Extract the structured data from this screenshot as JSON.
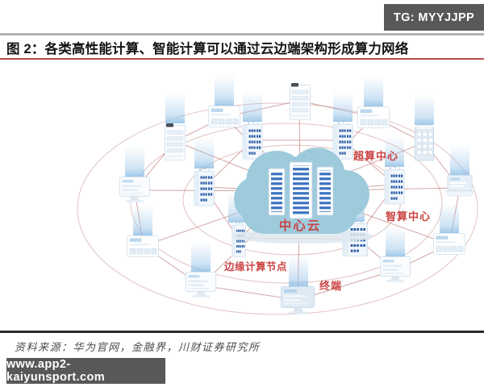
{
  "overlays": {
    "top_badge": "TG: MYYJJPP",
    "bottom_badge": "www.app2-kaiyunsport.com"
  },
  "figure": {
    "title": "图 2：各类高性能计算、智能计算可以通过云边端架构形成算力网络",
    "source": "资料来源：华为官网，金融界，川财证券研究所"
  },
  "diagram": {
    "center_label": "中心云",
    "labels": {
      "supercomputing_center": "超算中心",
      "ai_computing_center": "智算中心",
      "edge_computing_node": "边缘计算节点",
      "terminal": "终端"
    },
    "colors": {
      "label_red": "#cb4343",
      "link_line": "#c98f8f",
      "cloud_blue": "#9ecbdc",
      "rack_stripe_blue": "#3a72c0",
      "underline_red": "#b74c4c",
      "badge_gray": "#58585a"
    }
  }
}
